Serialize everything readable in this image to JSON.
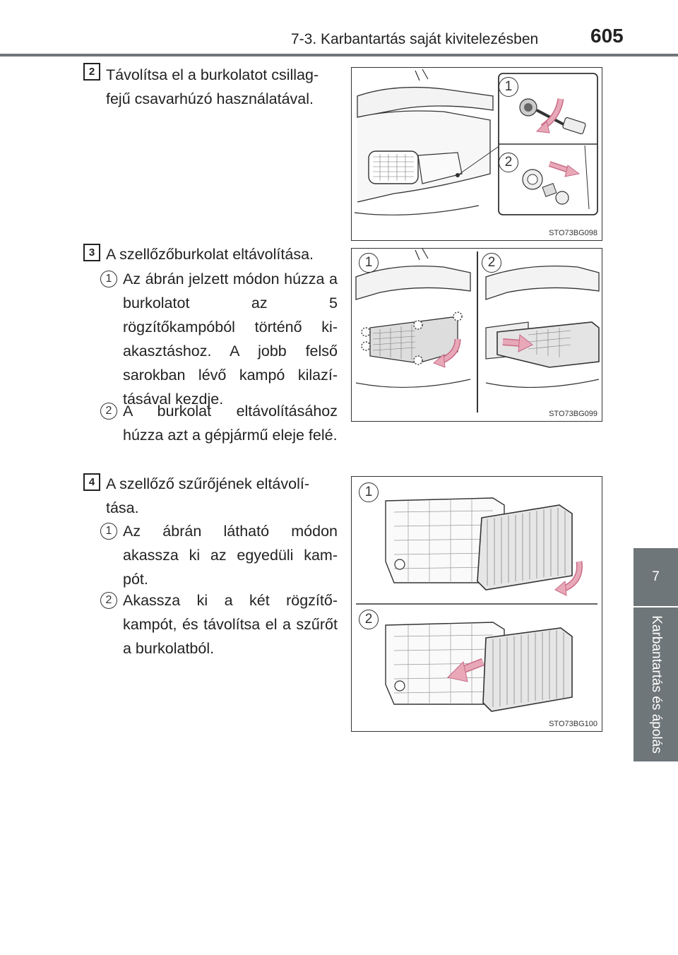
{
  "header": {
    "section": "7-3. Karbantartás saját kivitelezésben",
    "page_number": "605"
  },
  "side_tab": {
    "chapter_number": "7",
    "chapter_title": "Karbantartás és ápolás"
  },
  "steps": [
    {
      "badge": "2",
      "text": "Távolítsa el a burkolatot csillag-fejű csavarhúzó használatával.",
      "line1": "Távolítsa el a burkolatot csillag-",
      "line2": "fejű csavarhúzó használatával.",
      "figure": {
        "code": "STO73BG098",
        "callouts": [
          "1",
          "2"
        ]
      }
    },
    {
      "badge": "3",
      "text": "A szellőzőburkolat eltávolítása.",
      "subitems": [
        {
          "num": "1",
          "text": "Az ábrán jelzett módon húzza a burkolatot az 5 rögzítőkampóból történő ki-akasztáshoz. A jobb felső sarokban lévő kampó kilazí-tásával kezdje."
        },
        {
          "num": "2",
          "text": "A burkolat eltávolításához húzza azt a gépjármű eleje felé."
        }
      ],
      "figure": {
        "code": "STO73BG099",
        "callouts": [
          "1",
          "2"
        ]
      }
    },
    {
      "badge": "4",
      "text": "A szellőző szűrőjének eltávolí-tása.",
      "line1": "A szellőző szűrőjének eltávolí-",
      "line2": "tása.",
      "subitems": [
        {
          "num": "1",
          "text": "Az ábrán látható módon akassza ki az egyedüli kam-pót."
        },
        {
          "num": "2",
          "text": "Akassza ki a két rögzítő-kampót, és távolítsa el a szűrőt a burkolatból."
        }
      ],
      "figure": {
        "code": "STO73BG100",
        "callouts": [
          "1",
          "2"
        ]
      }
    }
  ],
  "colors": {
    "accent_gray": "#6f7679",
    "arrow_pink": "#e8a8b8",
    "arrow_pink_edge": "#c86a86"
  }
}
